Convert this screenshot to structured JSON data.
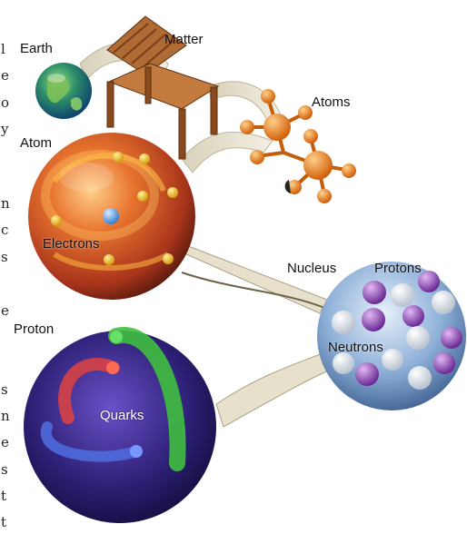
{
  "labels": {
    "earth": "Earth",
    "matter": "Matter",
    "atoms": "Atoms",
    "atom": "Atom",
    "electrons": "Electrons",
    "nucleus": "Nucleus",
    "protons": "Protons",
    "neutrons": "Neutrons",
    "proton": "Proton",
    "quarks": "Quarks"
  },
  "left_edge_fragments": [
    "l",
    "e",
    "o",
    "y",
    "n",
    "c",
    "s",
    "e",
    "s",
    "n",
    "e",
    "s",
    "t",
    "t"
  ],
  "colors": {
    "atom_sphere": "#d9532a",
    "nucleus_sphere": "#8fb1d8",
    "proton_sphere": "#3a2a8a",
    "electron": "#f2c21a",
    "proton_particle": "#9b4fc2",
    "neutron_particle": "#f4f4f4",
    "atoms_molecule": "#f08a1c",
    "connector": "#cfc6a9",
    "quark_red": "#e8433a",
    "quark_green": "#3fbf3f",
    "quark_blue": "#4f6fe0"
  }
}
